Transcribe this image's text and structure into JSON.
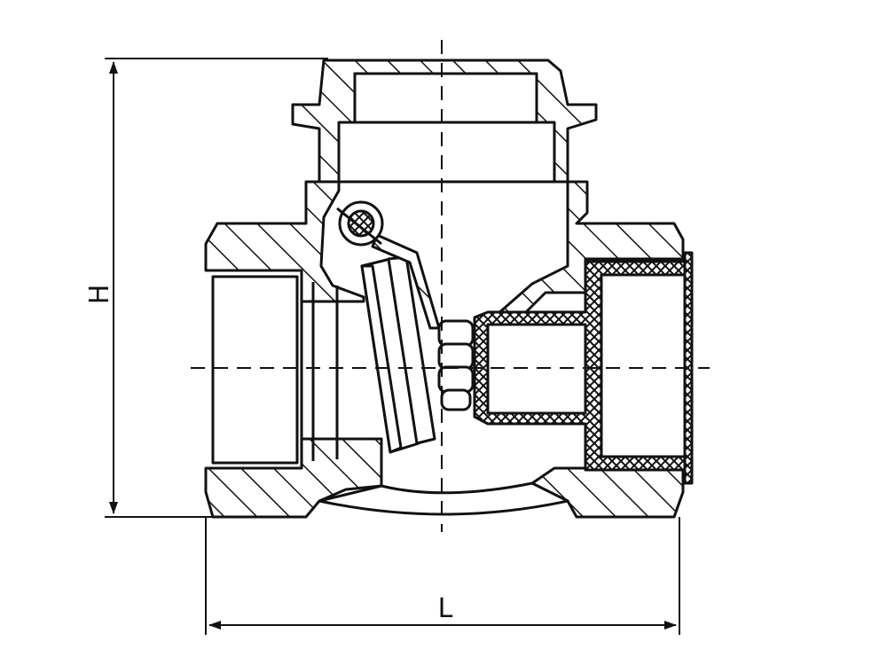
{
  "colors": {
    "line": "#111111",
    "background": "#ffffff",
    "sealing": "#111111"
  },
  "dimensions": {
    "height_label": "H",
    "length_label": "L"
  },
  "parts": [
    "cap",
    "body",
    "left-end-port",
    "right-end-port",
    "swing-disc",
    "hinge-pin",
    "disc-nut",
    "seat-insert"
  ]
}
